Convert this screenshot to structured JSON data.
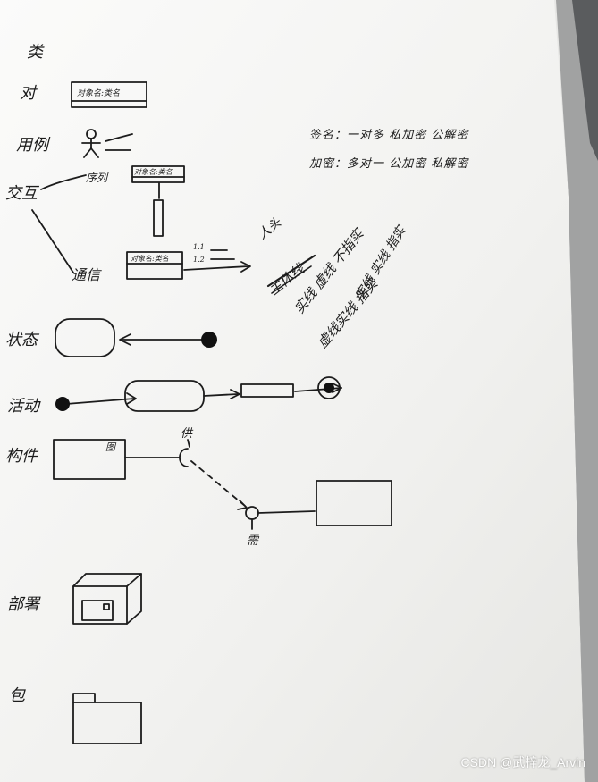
{
  "sheet": {
    "heading": "类",
    "labels": {
      "object": "对",
      "usecase": "用例",
      "interaction": "交互",
      "state": "状态",
      "activity": "活动",
      "component": "构件",
      "deployment": "部署",
      "package": "包"
    },
    "object_box_text": "对象名:类名",
    "seq_box_text": "对象名:类名",
    "comm_box_text": "对象名:类名",
    "seq_label": "序列",
    "comm_label": "通信",
    "msg_numbers": [
      "1.1",
      "1.2"
    ],
    "comp_box_text": "图",
    "provide_label": "供",
    "require_label": "需",
    "crypto_notes": [
      "签名：一对多  私加密  公解密",
      "加密：多对一  公加密  私解密"
    ],
    "rotated_notes": {
      "head": "人头",
      "crossed": "主体线",
      "line1": "实线 虚线 不指实",
      "line2": "虚线实线 指实",
      "line3": "实线 实线 指实"
    }
  },
  "watermark": "CSDN @武梓龙_Arvin",
  "colors": {
    "paper": "#f4f4f2",
    "ink": "#1c1c1c",
    "desk": "#5d5f61"
  }
}
